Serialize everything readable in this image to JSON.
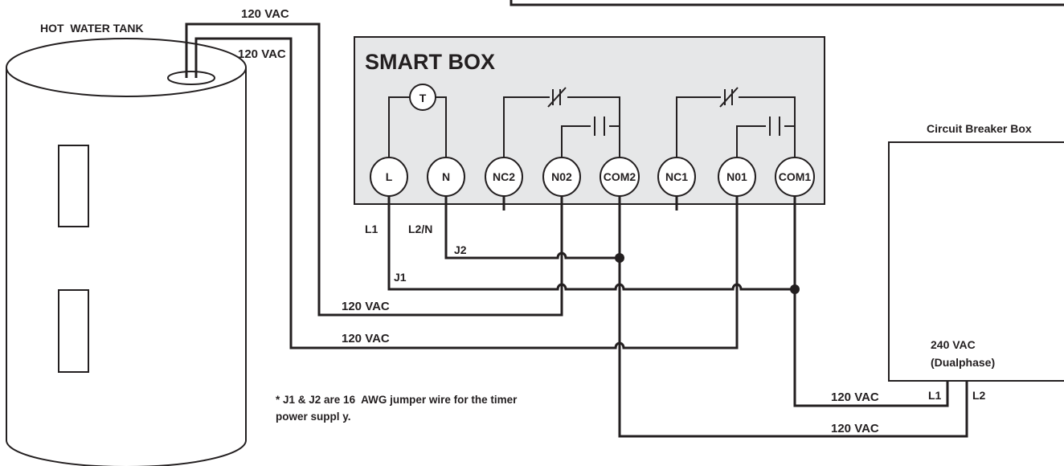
{
  "tank": {
    "title": "HOT  WATER TANK"
  },
  "smartbox": {
    "title": "SMART BOX",
    "timer_symbol": "T",
    "terminals": {
      "l": "L",
      "n": "N",
      "nc2": "NC2",
      "no2": "N02",
      "com2": "COM2",
      "nc1": "NC1",
      "no1": "N01",
      "com1": "COM1"
    }
  },
  "breaker": {
    "title": "Circuit Breaker Box",
    "rating_line1": "240 VAC",
    "rating_line2": "(Dualphase)",
    "l1": "L1",
    "l2": "L2"
  },
  "wires": {
    "top_1": "120 VAC",
    "top_2": "120 VAC",
    "l1": "L1",
    "l2n": "L2/N",
    "j2": "J2",
    "j1": "J1",
    "mid_1": "120 VAC",
    "mid_2": "120 VAC",
    "bottom_1": "120 VAC",
    "bottom_2": "120 VAC"
  },
  "note": {
    "line1": "* J1 & J2 are 16  AWG jumper wire for the timer",
    "line2": "power suppl y."
  }
}
